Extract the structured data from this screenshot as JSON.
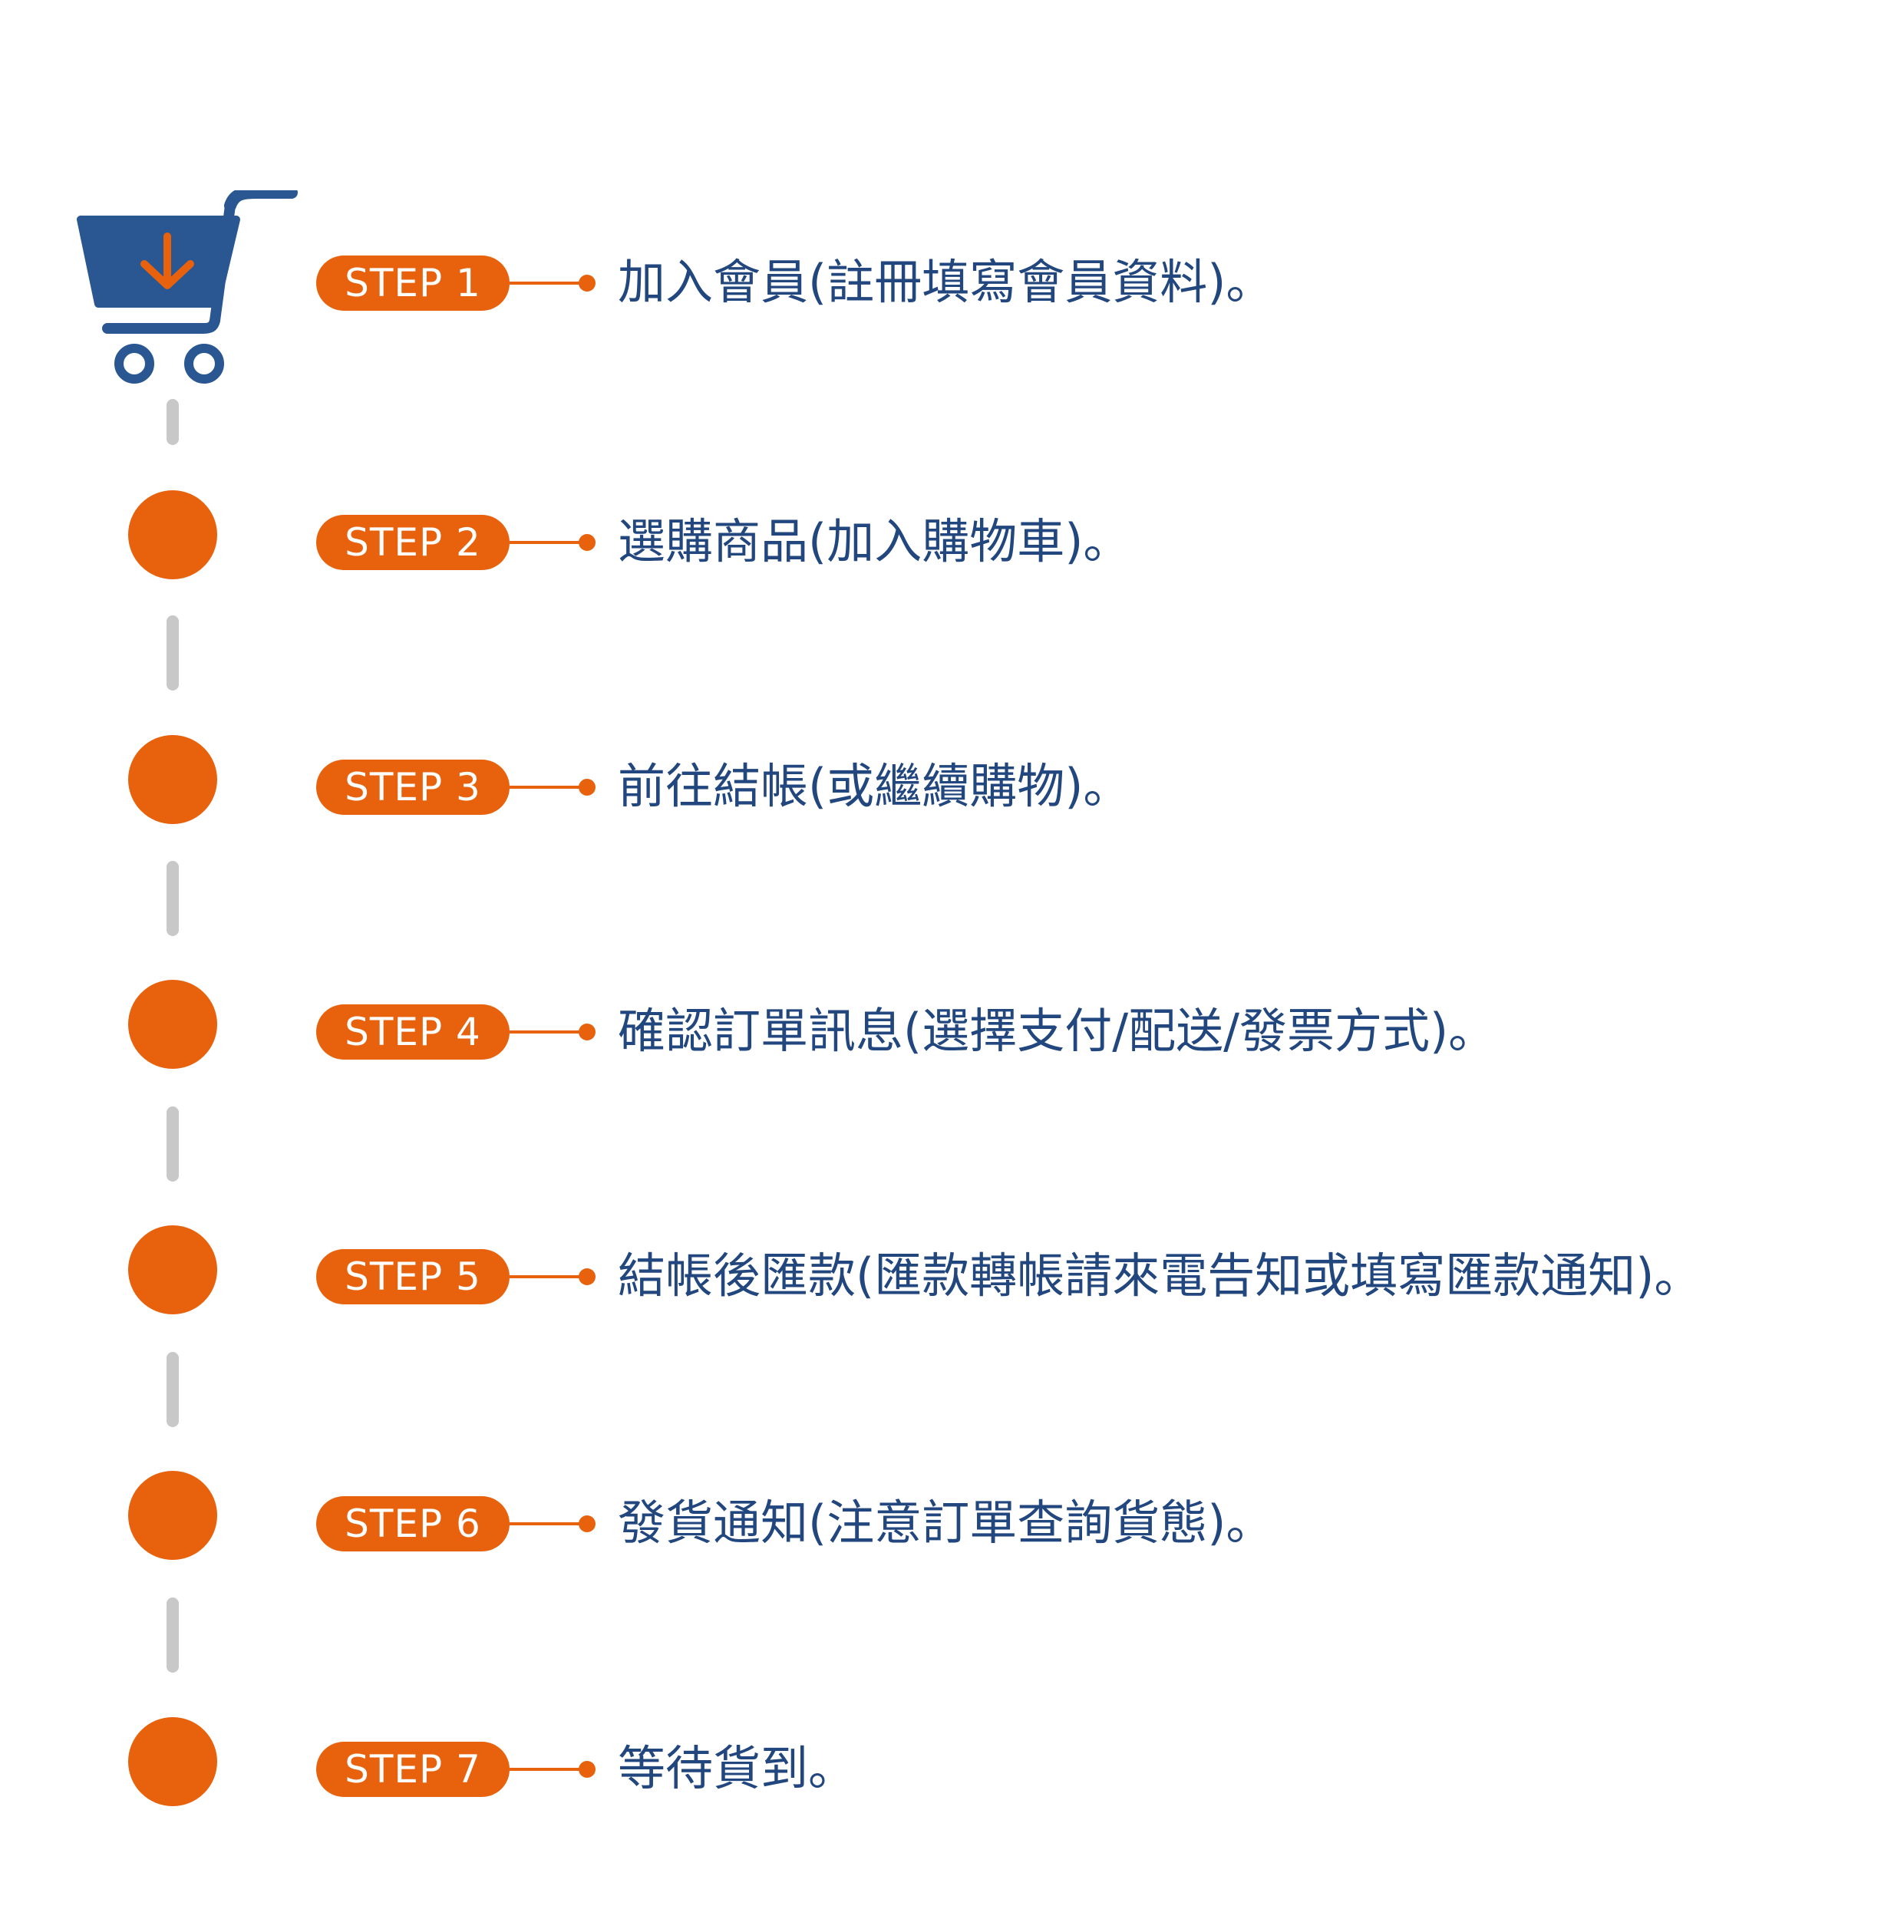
{
  "colors": {
    "accent": "#e8620d",
    "text": "#22467e",
    "icon": "#2a5792",
    "dash": "#c8c8c8",
    "background": "#ffffff"
  },
  "icon": "shopping-cart-download-icon",
  "steps": [
    {
      "label": "STEP 1",
      "text": "加入會員(註冊填寫會員資料)。"
    },
    {
      "label": "STEP 2",
      "text": "選購商品(加入購物車)。"
    },
    {
      "label": "STEP 3",
      "text": "前往結帳(或繼續購物)。"
    },
    {
      "label": "STEP 4",
      "text": "確認訂單訊息(選擇支付/配送/發票方式)。"
    },
    {
      "label": "STEP 5",
      "text": "結帳後匯款(匯款轉帳請來電告知或填寫匯款通知)。"
    },
    {
      "label": "STEP 6",
      "text": "發貨通知(注意訂單查詢貨態)。"
    },
    {
      "label": "STEP 7",
      "text": "等待貨到。"
    }
  ]
}
